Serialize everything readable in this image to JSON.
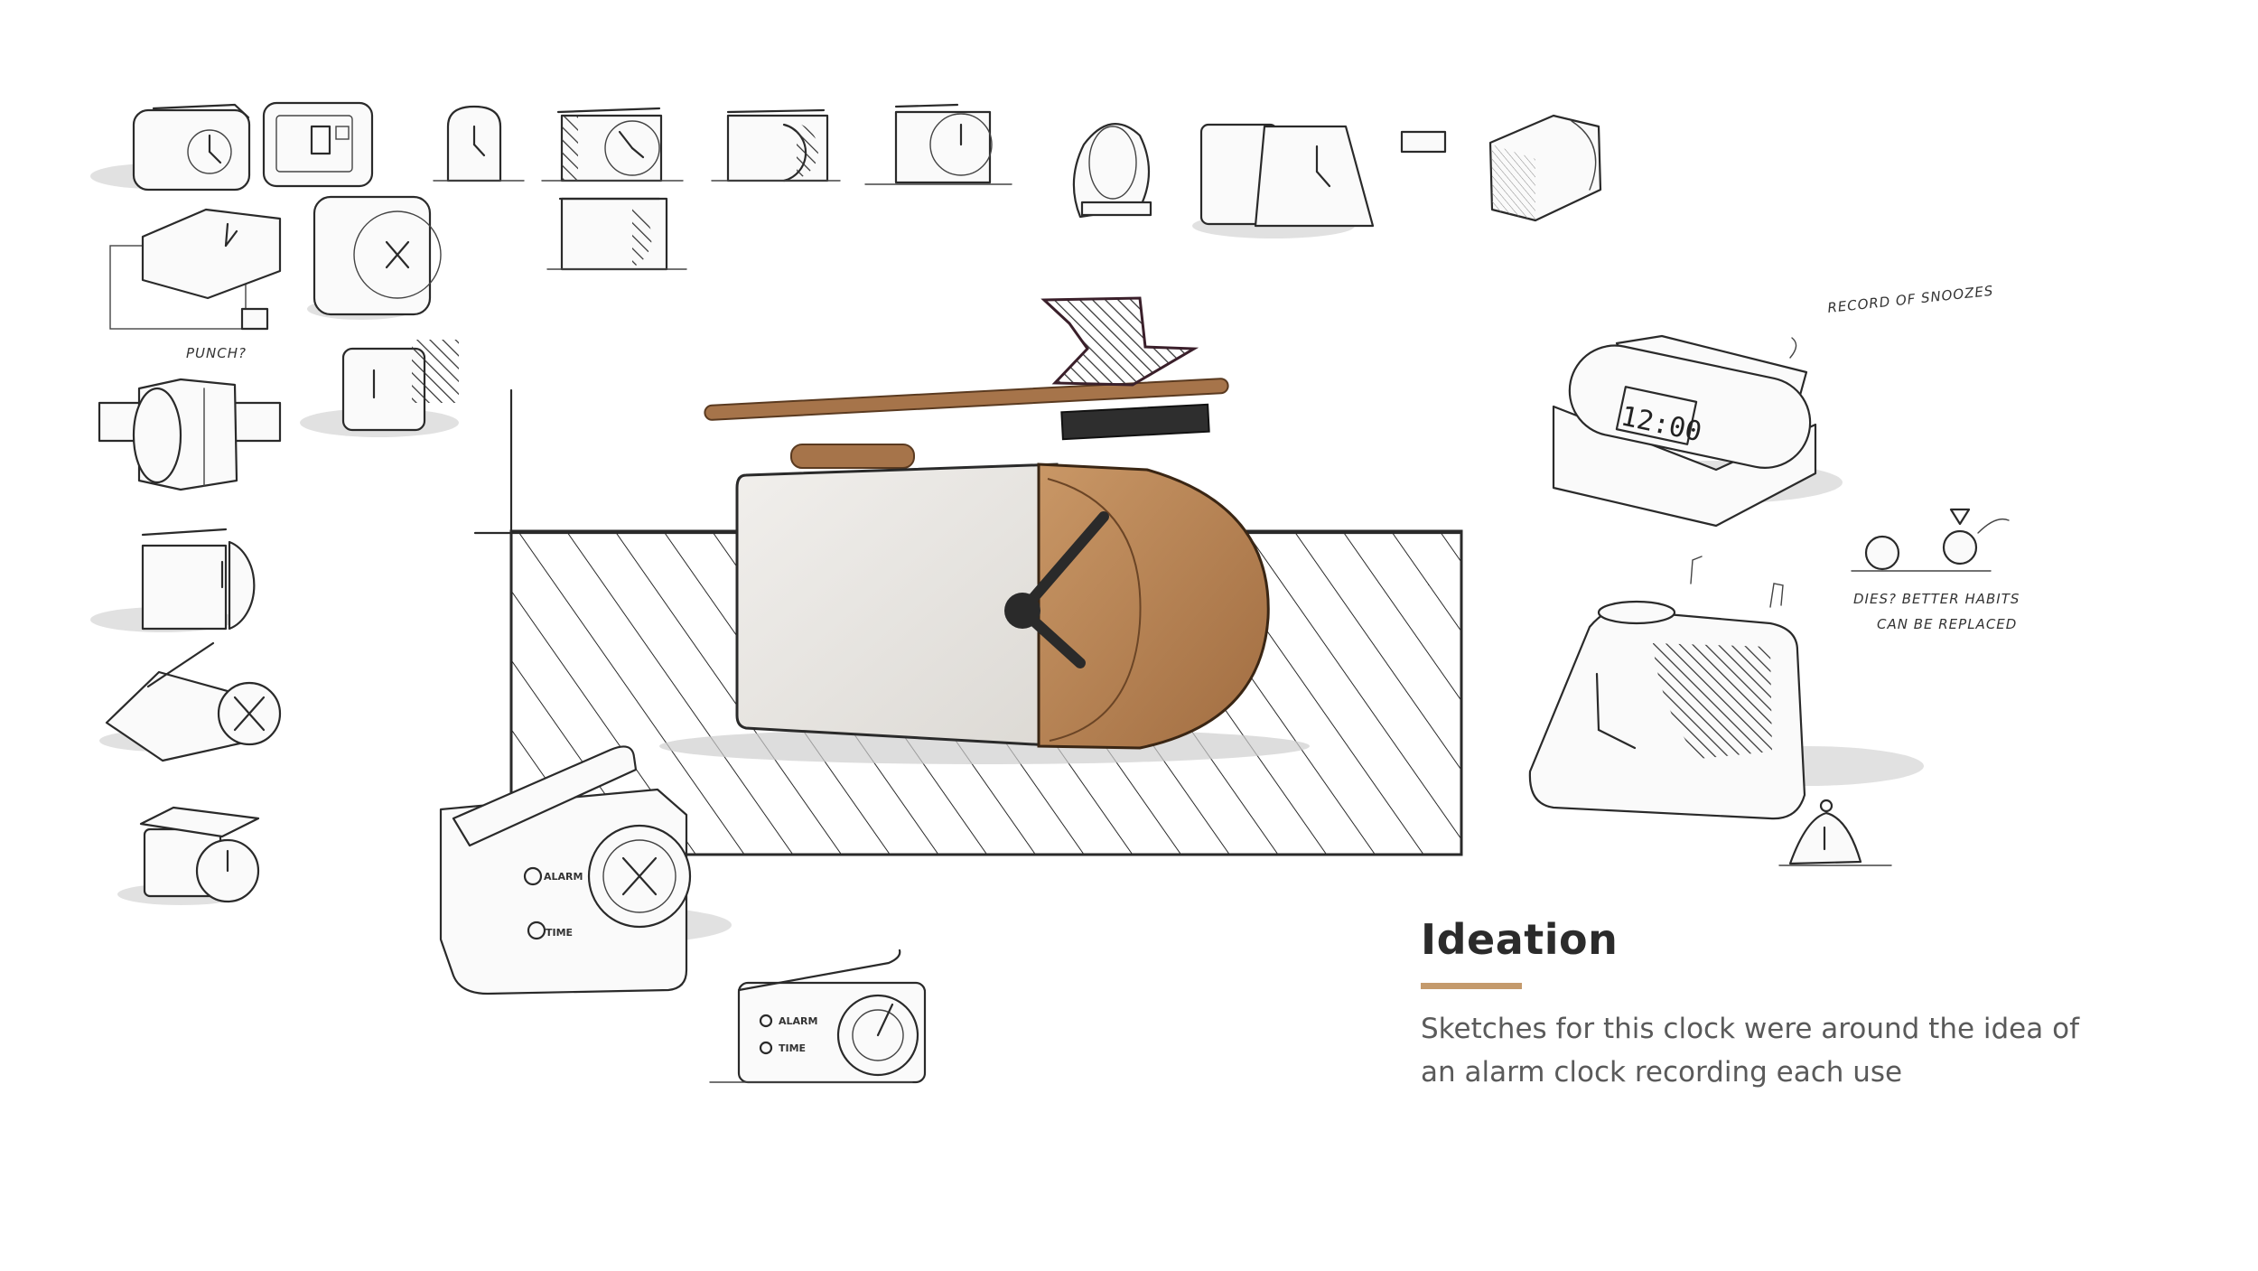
{
  "panel": {
    "title": "Ideation",
    "description": "Sketches for this clock were around the idea of an alarm clock recording each use",
    "accent_color": "#c49a6c"
  },
  "sketch_notes": {
    "snooze_note": "RECORD OF SNOOZES",
    "habits_note_line1": "DIES? BETTER HABITS",
    "habits_note_line2": "CAN BE REPLACED",
    "punch_note": "PUNCH?",
    "display_time": "12:00",
    "alarm_label": "ALARM",
    "time_label": "TIME",
    "knob_label_small": "ALARM",
    "time_label_small": "TIME"
  },
  "colors": {
    "wood": "#b98656",
    "wood_dark": "#8a5a34",
    "body": "#eceae6",
    "ink": "#2a2a2a"
  }
}
